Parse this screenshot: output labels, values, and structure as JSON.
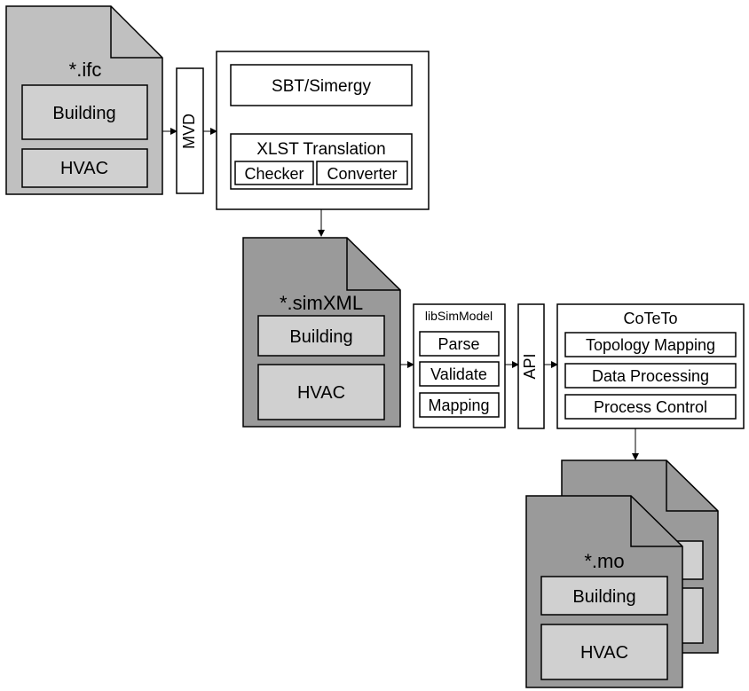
{
  "ifc_file": {
    "title": "*.ifc",
    "items": [
      "Building",
      "HVAC"
    ]
  },
  "mvd": {
    "label": "MVD"
  },
  "sbt": {
    "title": "SBT/Simergy",
    "xlst": {
      "title": "XLST Translation",
      "items": [
        "Checker",
        "Converter"
      ]
    }
  },
  "simxml_file": {
    "title": "*.simXML",
    "items": [
      "Building",
      "HVAC"
    ]
  },
  "libsimmodel": {
    "title": "libSimModel",
    "items": [
      "Parse",
      "Validate",
      "Mapping"
    ]
  },
  "api": {
    "label": "API"
  },
  "coteto": {
    "title": "CoTeTo",
    "items": [
      "Topology Mapping",
      "Data Processing",
      "Process Control"
    ]
  },
  "mo_file": {
    "title": "*.mo",
    "items": [
      "Building",
      "HVAC"
    ]
  },
  "colors": {
    "file_light": "#c0c0c0",
    "file_dark": "#9a9a9a",
    "item_fill": "#d0d0d0",
    "stroke": "#000000"
  }
}
